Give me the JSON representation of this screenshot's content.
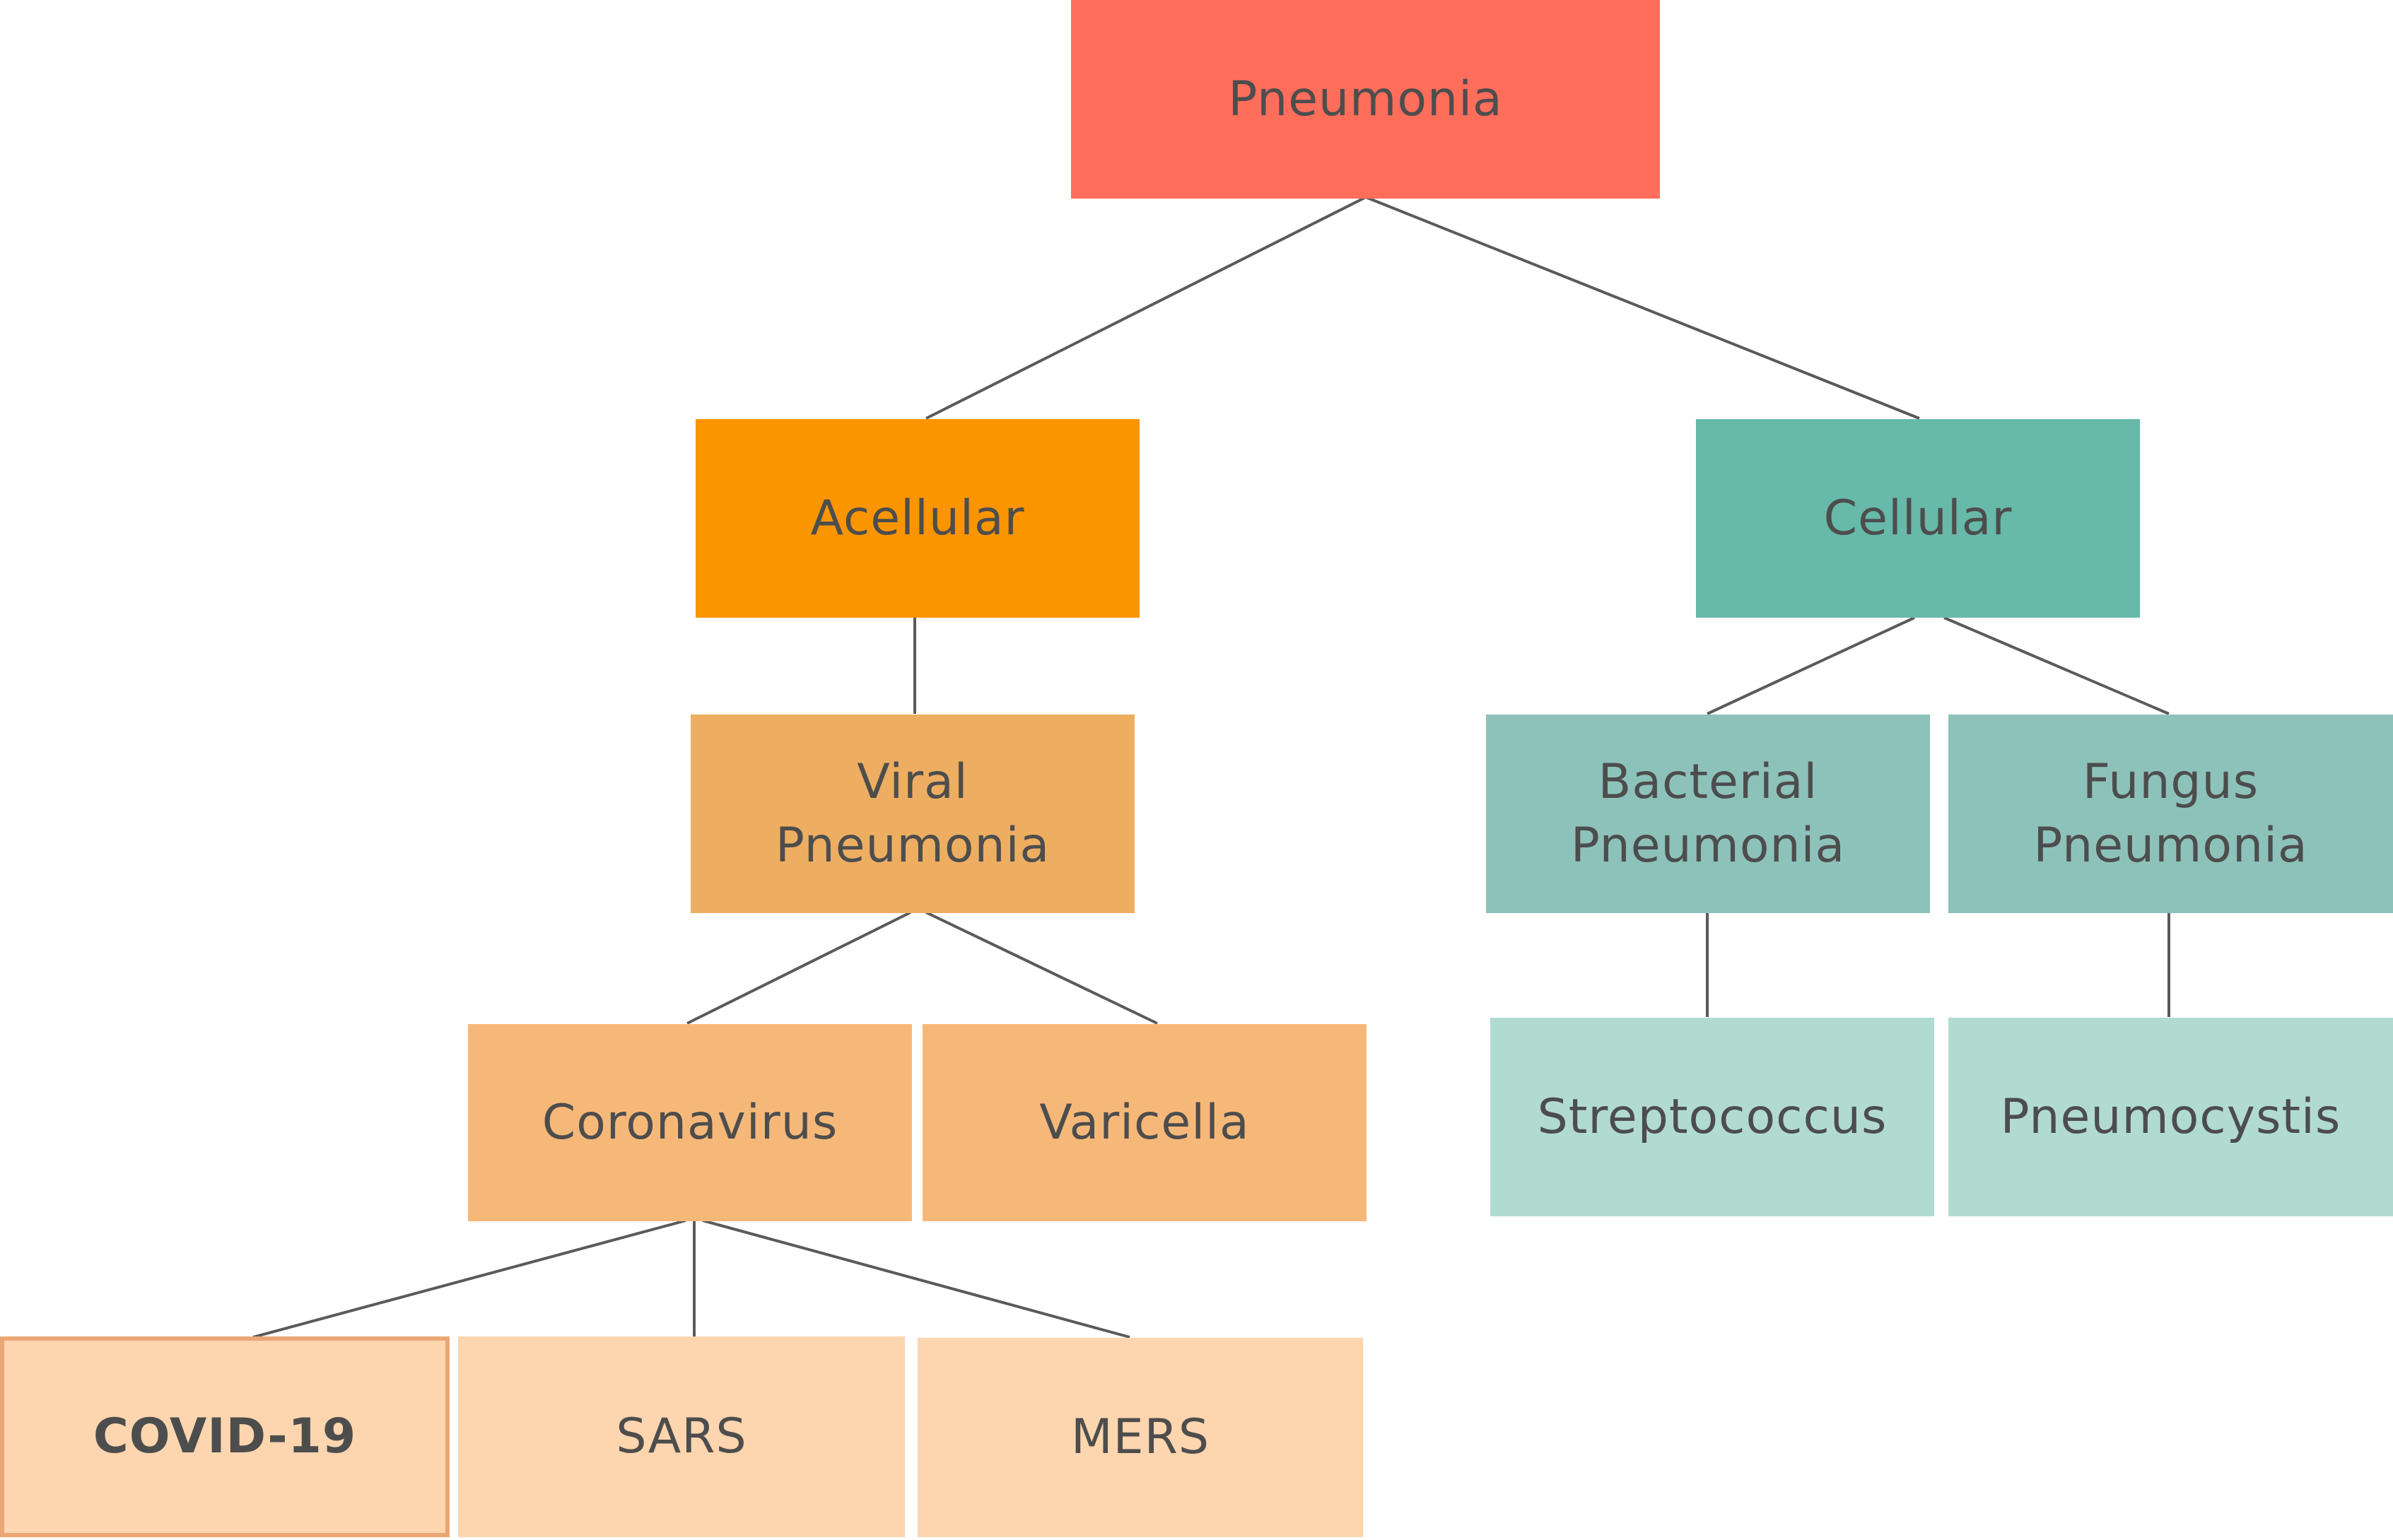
{
  "nodes": {
    "pneumonia": "Pneumonia",
    "acellular": "Acellular",
    "cellular": "Cellular",
    "viral": [
      "Viral",
      "Pneumonia"
    ],
    "bacterial": [
      "Bacterial",
      "Pneumonia"
    ],
    "fungus": [
      "Fungus",
      "Pneumonia"
    ],
    "coronavirus": "Coronavirus",
    "varicella": "Varicella",
    "streptococcus": "Streptococcus",
    "pneumocystis": "Pneumocystis",
    "covid": "COVID-19",
    "sars": "SARS",
    "mers": "MERS"
  },
  "colors": {
    "root": "#ff6d5b",
    "acellular": "#fa9500",
    "cellular": "#67b9a9",
    "viral": "#edae61",
    "bacterial_fungus": "#8cc2ba",
    "coronavirus_varicella": "#f6b879",
    "strep_pneumocystis": "#b1dbd1",
    "leaf": "#fdd5af",
    "highlight_border": "#eaa774",
    "edge": "#5a5a5a",
    "text": "#4d4d4d"
  }
}
